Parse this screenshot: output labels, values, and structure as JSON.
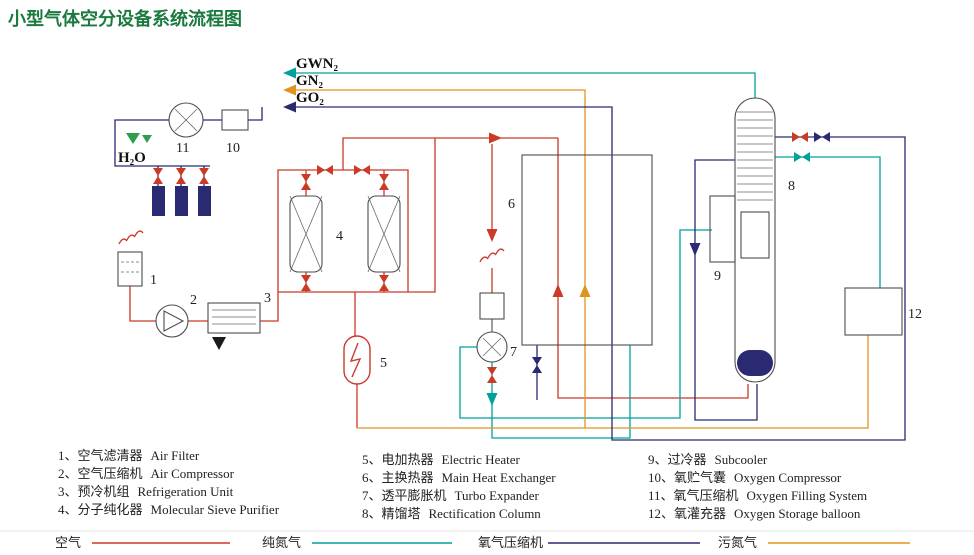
{
  "title": "小型气体空分设备系统流程图",
  "streams": {
    "gwn2": "GWN₂",
    "gn2": "GN₂",
    "go2": "GO₂",
    "h2o": "H₂O"
  },
  "numbers": {
    "n1": "1",
    "n2": "2",
    "n3": "3",
    "n4": "4",
    "n5": "5",
    "n6": "6",
    "n7": "7",
    "n8": "8",
    "n9": "9",
    "n10": "10",
    "n11": "11",
    "n12": "12"
  },
  "legend": {
    "col1": [
      {
        "zh": "1、空气滤清器",
        "en": "Air Filter"
      },
      {
        "zh": "2、空气压缩机",
        "en": "Air Compressor"
      },
      {
        "zh": "3、预冷机组",
        "en": "Refrigeration Unit"
      },
      {
        "zh": "4、分子纯化器",
        "en": "Molecular Sieve Purifier"
      }
    ],
    "col2": [
      {
        "zh": "5、电加热器",
        "en": "Electric Heater"
      },
      {
        "zh": "6、主换热器",
        "en": "Main Heat Exchanger"
      },
      {
        "zh": "7、透平膨胀机",
        "en": "Turbo Expander"
      },
      {
        "zh": "8、精馏塔",
        "en": "Rectification Column"
      }
    ],
    "col3": [
      {
        "zh": "9、过冷器",
        "en": "Subcooler"
      },
      {
        "zh": "10、氧贮气囊",
        "en": "Oxygen Compressor"
      },
      {
        "zh": "11、氧气压缩机",
        "en": "Oxygen Filling System"
      },
      {
        "zh": "12、氧灌充器",
        "en": "Oxygen Storage balloon"
      }
    ]
  },
  "line_legend": [
    {
      "label": "空气",
      "color": "#cb3927"
    },
    {
      "label": "纯氮气",
      "color": "#00a19a"
    },
    {
      "label": "氧气压缩机",
      "color": "#2a2a72"
    },
    {
      "label": "污氮气",
      "color": "#e09420"
    }
  ],
  "colors": {
    "air": "#cb3927",
    "pure_nitrogen": "#00a19a",
    "oxygen": "#2a2a72",
    "waste_nitrogen": "#e09420",
    "title_green": "#1b7a3f",
    "drain_green": "#2f9e4c"
  }
}
